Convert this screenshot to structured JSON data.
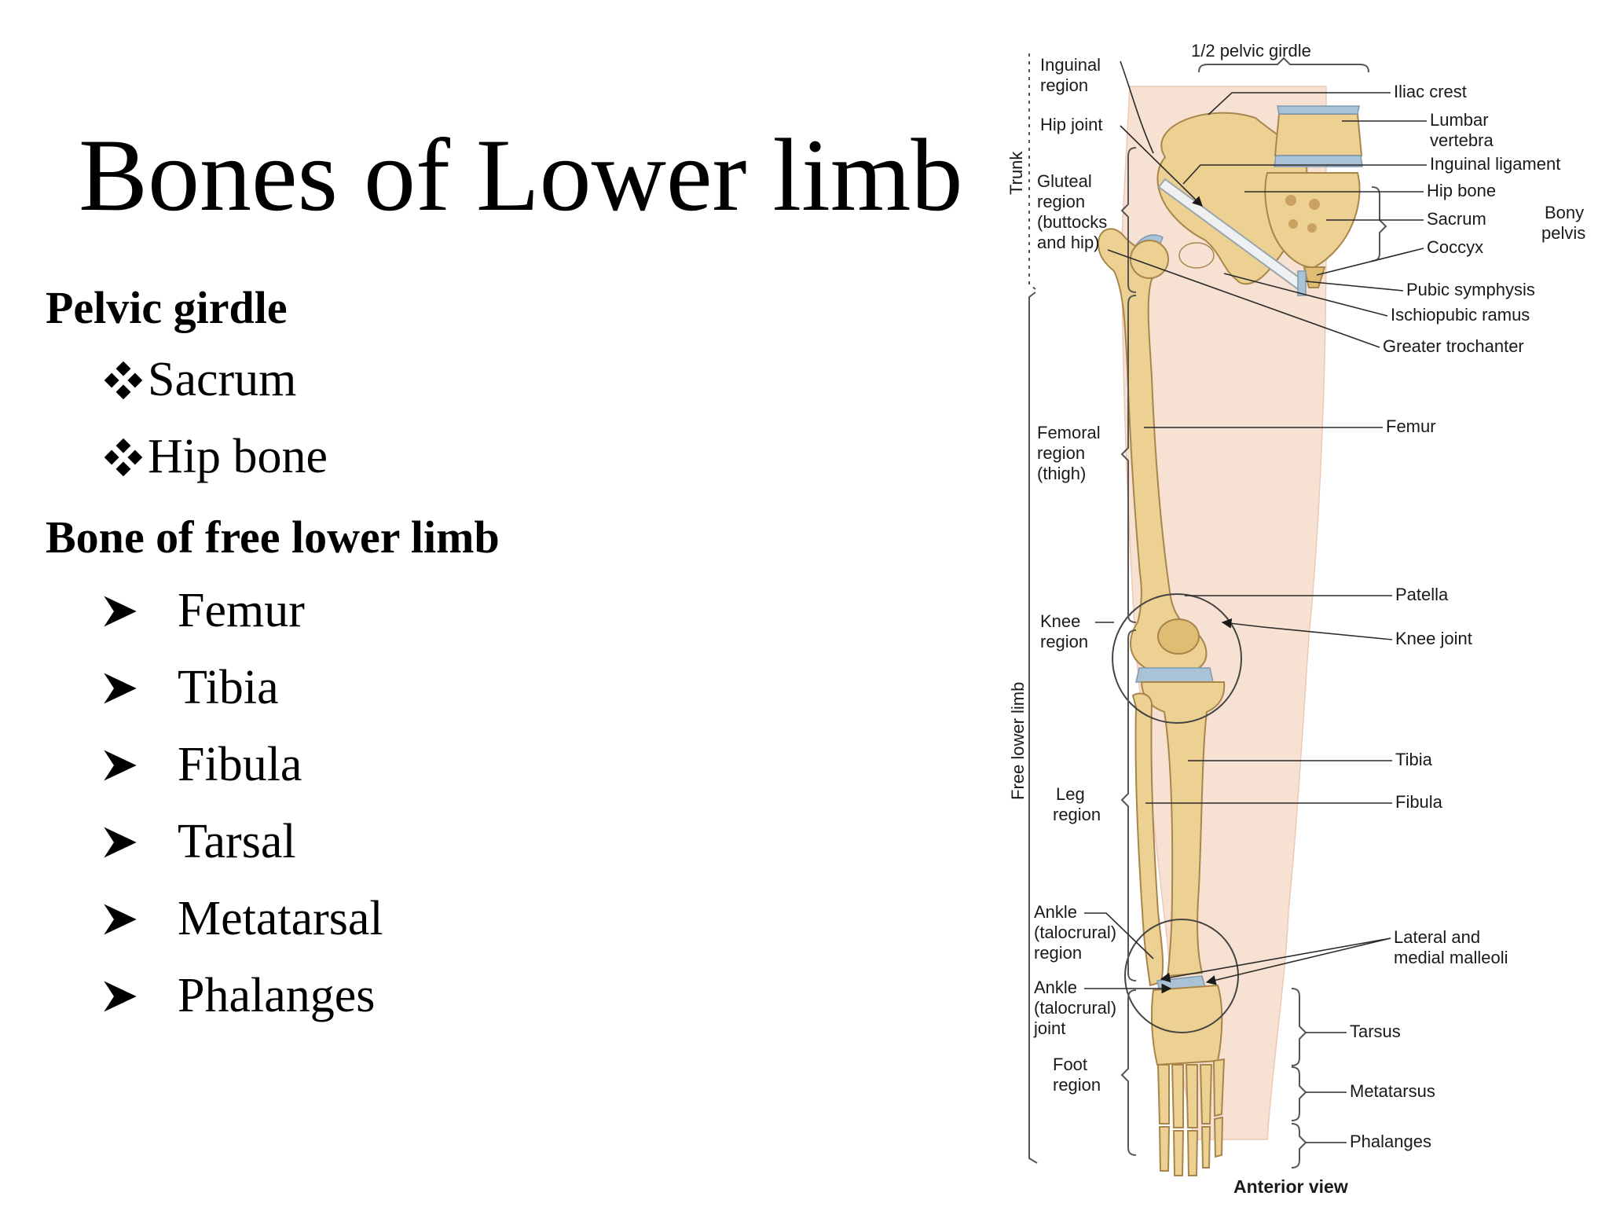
{
  "slide": {
    "title": "Bones of Lower limb",
    "sections": [
      {
        "heading": "Pelvic girdle",
        "items": [
          "Sacrum",
          "Hip bone"
        ],
        "bullet_icon": "four-diamond-bullet-icon"
      },
      {
        "heading": "Bone of free lower limb",
        "items": [
          "Femur",
          "Tibia",
          "Fibula",
          "Tarsal",
          "Metatarsal",
          "Phalanges"
        ],
        "bullet_icon": "arrowhead-bullet-icon"
      }
    ]
  },
  "diagram": {
    "view_caption": "Anterior view",
    "top_label": "1/2 pelvic girdle",
    "side_labels": {
      "trunk": "Trunk",
      "free_lower_limb": "Free lower limb"
    },
    "left_labels": {
      "inguinal": [
        "Inguinal",
        "region"
      ],
      "hip_joint": [
        "Hip joint"
      ],
      "gluteal": [
        "Gluteal",
        "region",
        "(buttocks",
        "and hip)"
      ],
      "femoral": [
        "Femoral",
        "region",
        "(thigh)"
      ],
      "knee": [
        "Knee",
        "region"
      ],
      "leg": [
        "Leg",
        "region"
      ],
      "ankle_region": [
        "Ankle",
        "(talocrural)",
        "region"
      ],
      "ankle_joint": [
        "Ankle",
        "(talocrural)",
        "joint"
      ],
      "foot": [
        "Foot",
        "region"
      ]
    },
    "right_labels": {
      "iliac_crest": [
        "Iliac crest"
      ],
      "lumbar_vertebra": [
        "Lumbar",
        "vertebra"
      ],
      "inguinal_ligament": [
        "Inguinal ligament"
      ],
      "hip_bone": [
        "Hip bone"
      ],
      "sacrum": [
        "Sacrum"
      ],
      "coccyx": [
        "Coccyx"
      ],
      "bony_pelvis": [
        "Bony",
        "pelvis"
      ],
      "pubic_symphysis": [
        "Pubic symphysis"
      ],
      "ischiopubic_ramus": [
        "Ischiopubic ramus"
      ],
      "greater_trochanter": [
        "Greater trochanter"
      ],
      "femur": [
        "Femur"
      ],
      "patella": [
        "Patella"
      ],
      "knee_joint": [
        "Knee joint"
      ],
      "tibia": [
        "Tibia"
      ],
      "fibula": [
        "Fibula"
      ],
      "malleoli": [
        "Lateral and",
        "medial malleoli"
      ],
      "tarsus": [
        "Tarsus"
      ],
      "metatarsus": [
        "Metatarsus"
      ],
      "phalanges": [
        "Phalanges"
      ]
    },
    "colors": {
      "bone": "#ecd192",
      "bone_outline": "#a8854a",
      "cartilage": "#a9c2d6",
      "skin": "#f7e1d3"
    }
  }
}
